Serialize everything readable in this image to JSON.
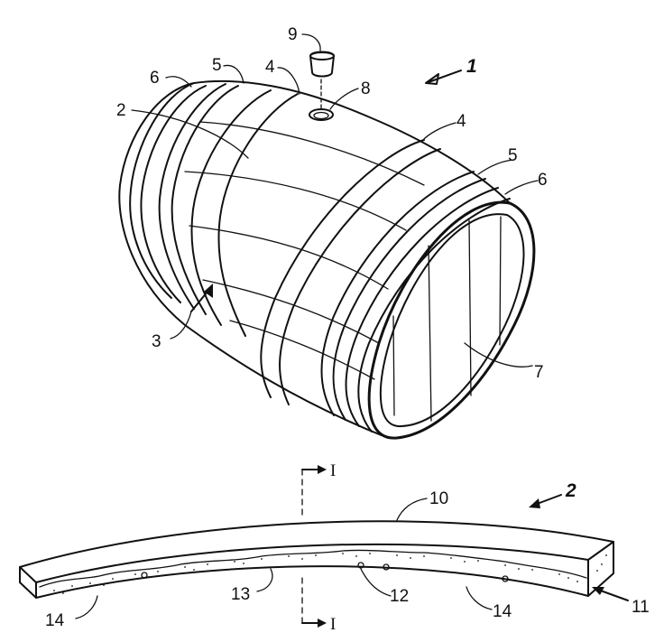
{
  "figure1": {
    "ref": "1",
    "labels": {
      "body_stave": "2",
      "outer_surface": "3",
      "hoop_a": "4",
      "hoop_a2": "4",
      "hoop_b": "5",
      "hoop_b2": "5",
      "hoop_c": "6",
      "hoop_c2": "6",
      "head": "7",
      "bung_hole": "8",
      "bung": "9"
    }
  },
  "figure2": {
    "ref": "2",
    "labels": {
      "stave_top": "10",
      "stave_end": "11",
      "pore": "12",
      "char_layer": "13",
      "char_left": "14",
      "char_right": "14"
    },
    "section_top": "I",
    "section_bottom": "I"
  }
}
